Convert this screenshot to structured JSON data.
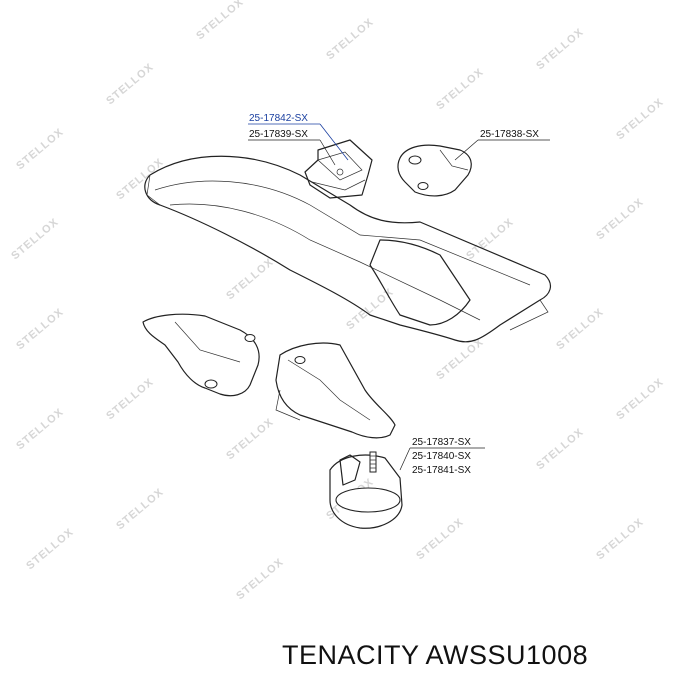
{
  "parts": {
    "mount_front_top": "25-17842-SX",
    "mount_front_bottom": "25-17839-SX",
    "mount_side": "25-17838-SX",
    "mount_engine_1": "25-17837-SX",
    "mount_engine_2": "25-17840-SX",
    "mount_engine_3": "25-17841-SX"
  },
  "watermark": "STELLOX",
  "caption": "TENACITY AWSSU1008",
  "colors": {
    "highlight": "#1a3fa0",
    "line": "#222222",
    "watermark": "#d6d6d6"
  }
}
